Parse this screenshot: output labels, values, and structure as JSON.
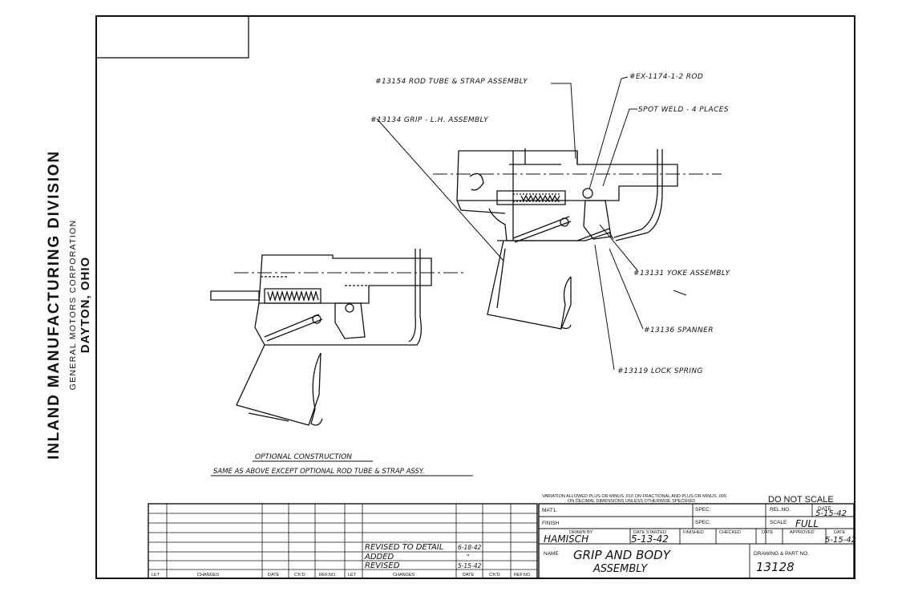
{
  "vertical_title": {
    "line1": "INLAND MANUFACTURING DIVISION",
    "line2": "GENERAL MOTORS CORPORATION",
    "line3": "DAYTON, OHIO"
  },
  "callouts": {
    "rod_tube": "#13154 ROD TUBE & STRAP ASSEMBLY",
    "grip_lh": "#13134 GRIP - L.H. ASSEMBLY",
    "rod": "#EX-1174-1-2 ROD",
    "spot_weld": "SPOT WELD - 4 PLACES",
    "yoke": "#13131 YOKE ASSEMBLY",
    "spanner": "#13136 SPANNER",
    "lock_spring": "#13119 LOCK SPRING"
  },
  "optional_note": {
    "title": "OPTIONAL CONSTRUCTION",
    "text": "SAME AS ABOVE EXCEPT OPTIONAL ROD TUBE & STRAP ASSY."
  },
  "revisions": {
    "rows": [
      {
        "changes": "REVISED TO DETAIL",
        "date": "6-18-42"
      },
      {
        "changes": "ADDED",
        "date": "\""
      },
      {
        "changes": "REVISED",
        "date": "5-15-42"
      }
    ],
    "headers": [
      "LET",
      "CHANGES",
      "DATE",
      "C'K'D",
      "REF.NO.",
      "LET",
      "CHANGES",
      "DATE",
      "C'K'D",
      "REF.NO."
    ]
  },
  "title_block": {
    "tolerance_line1": "VARIATION ALLOWED PLUS OR MINUS .010 ON FRACTIONAL AND PLUS OR MINUS .005",
    "tolerance_line2": "ON DECIMAL DIMENSIONS UNLESS OTHERWISE SPECIFIED",
    "do_not_scale": "DO NOT SCALE",
    "matl_label": "MAT'L",
    "spec_label": "SPEC.",
    "rel_no_label": "REL.NO.",
    "date_label": "DATE",
    "date_top": "5-15-42",
    "finish_label": "FINISH",
    "spec2_label": "SPEC.",
    "scale_label": "SCALE",
    "scale_value": "FULL",
    "drawn_by_label": "DRAWN BY",
    "drawn_by": "HAMISCH",
    "date_started_label": "DATE STARTED",
    "date_started": "5-13-42",
    "finished_label": "FINISHED",
    "checked_label": "CHECKED",
    "date2_label": "DATE",
    "approved_label": "APPROVED",
    "date3_label": "DATE",
    "date3_value": "5-15-42",
    "name_label": "NAME",
    "name_line1": "GRIP AND BODY",
    "name_line2": "ASSEMBLY",
    "drawing_no_label": "DRAWING & PART NO.",
    "drawing_no": "13128"
  }
}
